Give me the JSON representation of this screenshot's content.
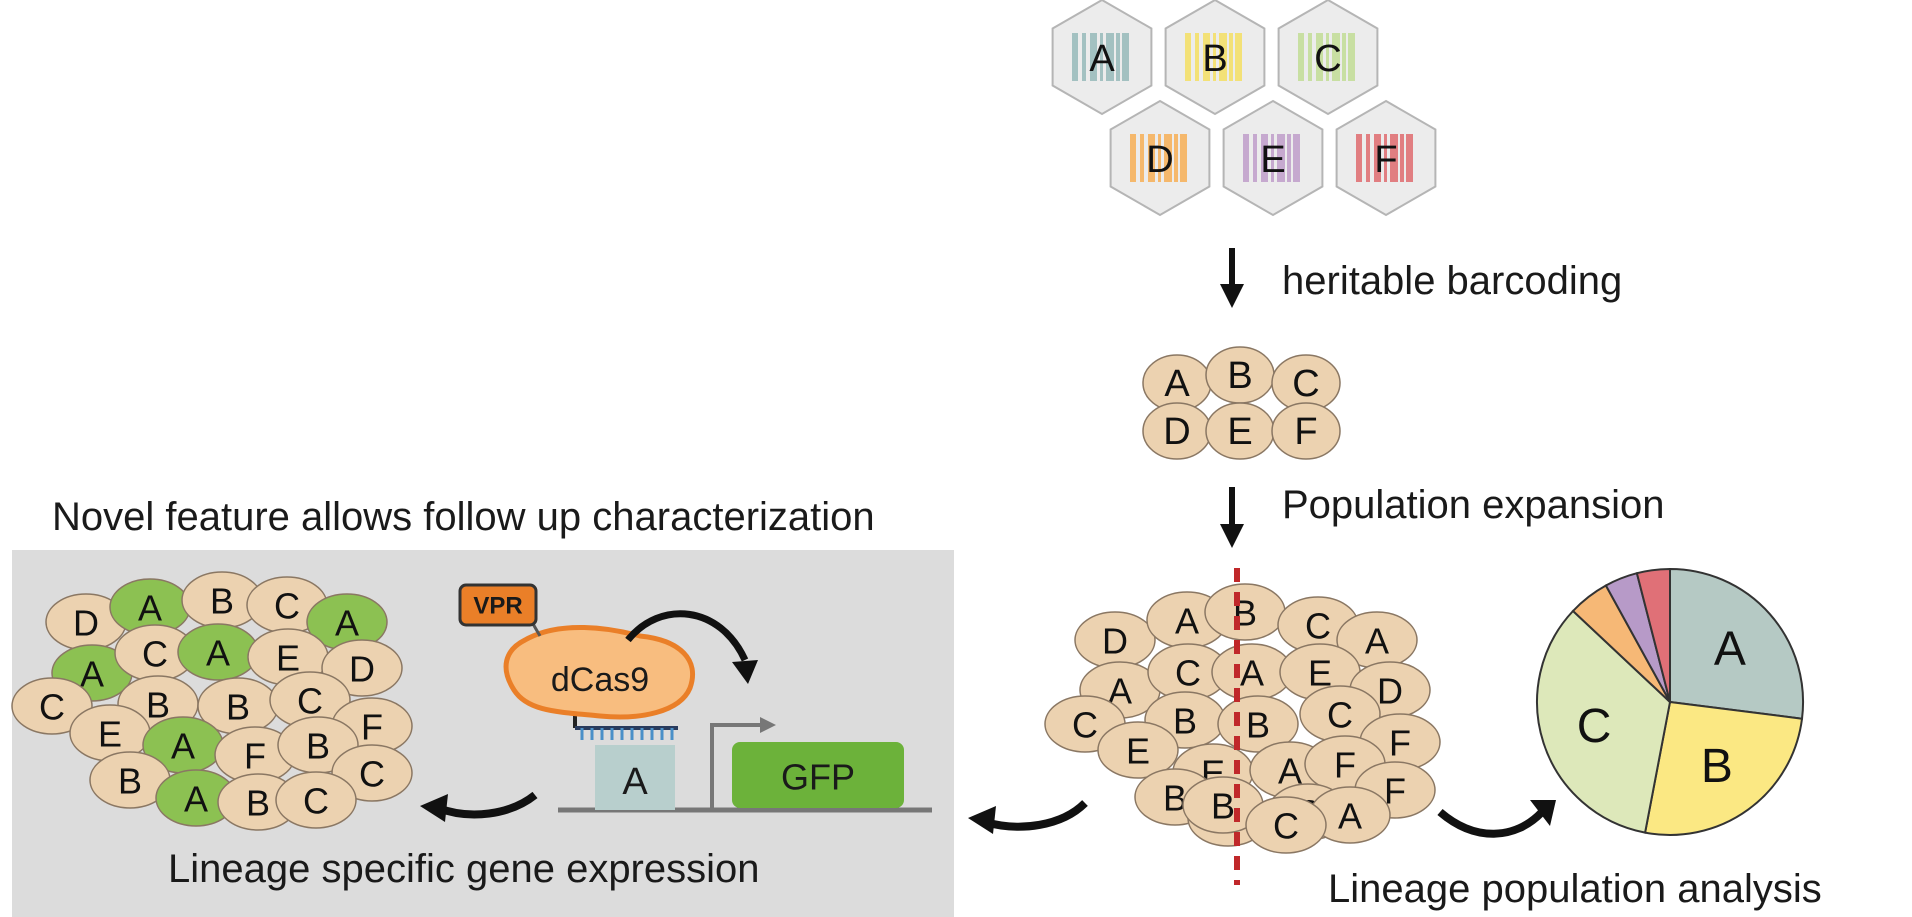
{
  "colors": {
    "cell_fill": "#ecd2b0",
    "cell_stroke": "#8a7763",
    "green_cell": "#8cc152",
    "panel_bg": "#dcdcdc",
    "dcas9": "#f8bd7f",
    "vpr": "#ea7f28",
    "gfp": "#6cb23a",
    "dash_line": "#c0282a",
    "barcode_A": "#9bbdbd",
    "barcode_B": "#f4e06a",
    "barcode_C": "#c4de9a",
    "barcode_D": "#f6b35e",
    "barcode_E": "#c2a2cc",
    "barcode_F": "#e07275"
  },
  "barcoded_cells": [
    {
      "letter": "A",
      "color_key": "barcode_A"
    },
    {
      "letter": "B",
      "color_key": "barcode_B"
    },
    {
      "letter": "C",
      "color_key": "barcode_C"
    },
    {
      "letter": "D",
      "color_key": "barcode_D"
    },
    {
      "letter": "E",
      "color_key": "barcode_E"
    },
    {
      "letter": "F",
      "color_key": "barcode_F"
    }
  ],
  "labels": {
    "heritable_barcoding": "heritable barcoding",
    "population_expansion": "Population expansion",
    "lineage_population_analysis": "Lineage population analysis",
    "novel_feature": "Novel feature allows follow up characterization",
    "lineage_specific": "Lineage specific gene expression",
    "vpr": "VPR",
    "dcas9": "dCas9",
    "target": "A",
    "gfp": "GFP"
  },
  "small_cluster": [
    "A",
    "B",
    "C",
    "D",
    "E",
    "F"
  ],
  "expanded_population": [
    "D",
    "A",
    "B",
    "C",
    "A",
    "A",
    "C",
    "A",
    "E",
    "D",
    "C",
    "B",
    "B",
    "C",
    "E",
    "F",
    "E",
    "A",
    "F",
    "B",
    "F",
    "B",
    "C",
    "A",
    "B",
    "C"
  ],
  "characterization_cluster": [
    "D",
    "A",
    "B",
    "C",
    "A",
    "A",
    "C",
    "A",
    "E",
    "D",
    "C",
    "B",
    "B",
    "C",
    "F",
    "E",
    "A",
    "F",
    "B",
    "B",
    "C",
    "A",
    "B",
    "C"
  ],
  "chart_data": {
    "type": "pie",
    "slices": [
      {
        "label": "A",
        "value": 27,
        "color": "#b5c9c4"
      },
      {
        "label": "B",
        "value": 26,
        "color": "#fbe883"
      },
      {
        "label": "C",
        "value": 34,
        "color": "#dde8ba"
      },
      {
        "label": "",
        "value": 5,
        "color": "#f6b876"
      },
      {
        "label": "",
        "value": 4,
        "color": "#b79ac8"
      },
      {
        "label": "",
        "value": 4,
        "color": "#e07077"
      }
    ]
  }
}
